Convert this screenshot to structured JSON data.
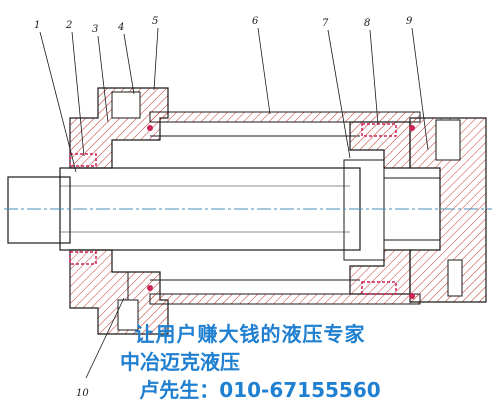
{
  "callouts": [
    "1",
    "2",
    "3",
    "4",
    "5",
    "6",
    "7",
    "8",
    "9",
    "10"
  ],
  "ad": {
    "line1": "让用户赚大钱的液压专家",
    "line2": "中冶迈克液压",
    "line3": "卢先生：010-67155560"
  },
  "colors": {
    "outline": "#1a1a1a",
    "hatch": "#c0392b",
    "seal": "#cc2255",
    "centerline": "#4a8fb8",
    "ad_text": "#1f7fd0",
    "background": "#ffffff"
  }
}
